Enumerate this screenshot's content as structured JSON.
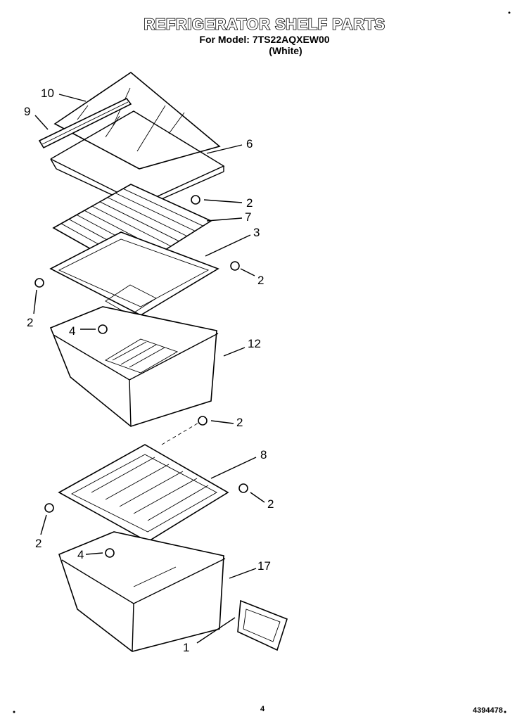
{
  "header": {
    "title": "REFRIGERATOR SHELF PARTS",
    "model_line": "For Model: 7TS22AQXEW00",
    "color_line": "(White)"
  },
  "callouts": [
    "10",
    "9",
    "6",
    "2",
    "7",
    "3",
    "2",
    "2",
    "4",
    "12",
    "2",
    "8",
    "2",
    "2",
    "4",
    "17",
    "1"
  ],
  "footer": {
    "page_number": "4",
    "doc_number": "4394478"
  }
}
